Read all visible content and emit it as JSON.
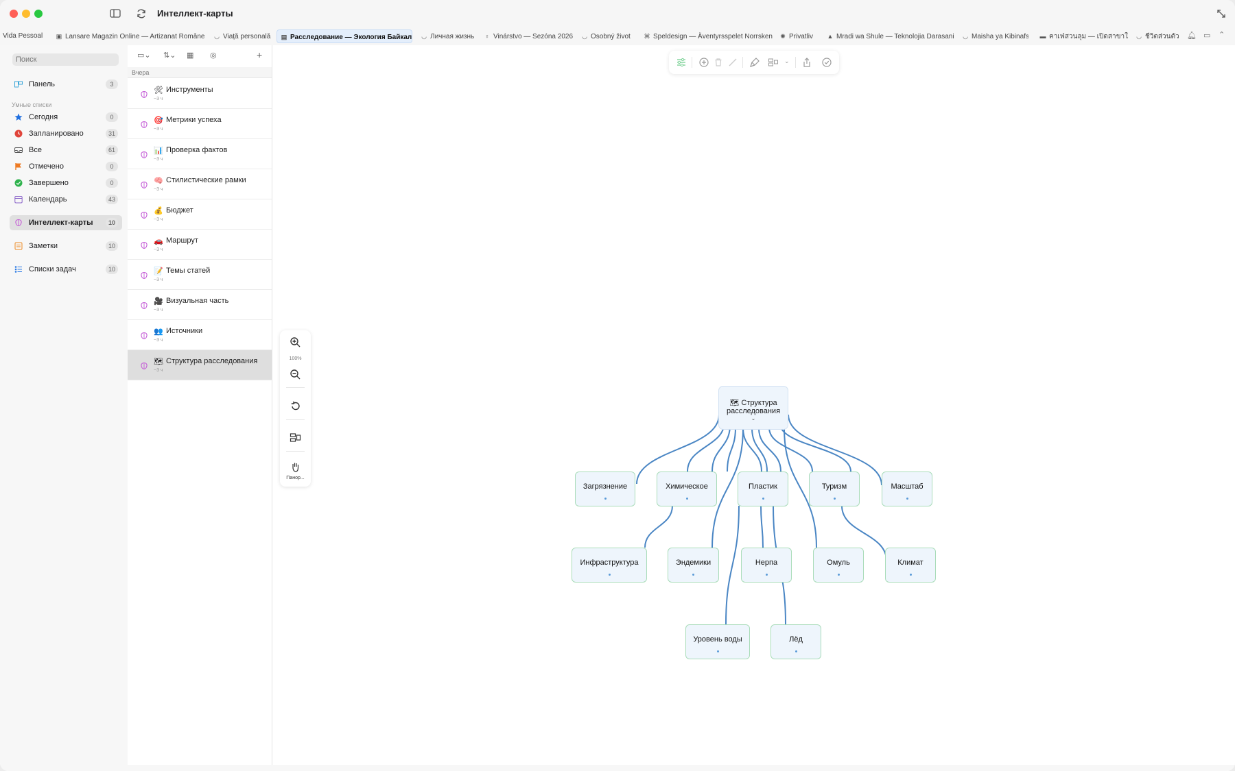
{
  "window": {
    "title": "Интеллект-карты"
  },
  "tabs": [
    {
      "label": "Vida Pessoal",
      "glyph": ""
    },
    {
      "label": "Lansare Magazin Online — Artizanat Românesc",
      "glyph": "▣"
    },
    {
      "label": "Viață personală",
      "glyph": "◡"
    },
    {
      "label": "Расследование — Экология Байкала",
      "glyph": "▤"
    },
    {
      "label": "Личная жизнь",
      "glyph": "◡"
    },
    {
      "label": "Vinárstvo — Sezóna 2026",
      "glyph": "♀"
    },
    {
      "label": "Osobný život",
      "glyph": "◡"
    },
    {
      "label": "Speldesign — Äventyrsspelet Norrsken",
      "glyph": "⌘"
    },
    {
      "label": "Privatliv",
      "glyph": "✺"
    },
    {
      "label": "Mradi wa Shule — Teknolojia Darasani",
      "glyph": "▲"
    },
    {
      "label": "Maisha ya Kibinafsi",
      "glyph": "◡"
    },
    {
      "label": "คาเฟ่สวนลุม — เปิดสาขาใหม่",
      "glyph": "▬"
    },
    {
      "label": "ชีวิตส่วนตัว",
      "glyph": "◡"
    }
  ],
  "sidebar": {
    "search_placeholder": "Поиск",
    "smart_lists_label": "Умные списки",
    "items": [
      {
        "label": "Панель",
        "count": "3",
        "color": "#3aa6d8"
      },
      {
        "label": "Сегодня",
        "count": "0",
        "color": "#1f6fe0"
      },
      {
        "label": "Запланировано",
        "count": "31",
        "color": "#e0443a"
      },
      {
        "label": "Все",
        "count": "61",
        "color": "#555555"
      },
      {
        "label": "Отмечено",
        "count": "0",
        "color": "#ee7a22"
      },
      {
        "label": "Завершено",
        "count": "0",
        "color": "#2fb24d"
      },
      {
        "label": "Календарь",
        "count": "43",
        "color": "#8a63c9"
      },
      {
        "label": "Интеллект-карты",
        "count": "10",
        "color": "#c45bd6"
      },
      {
        "label": "Заметки",
        "count": "10",
        "color": "#ee8a22"
      },
      {
        "label": "Списки задач",
        "count": "10",
        "color": "#2c7be5"
      }
    ]
  },
  "list": {
    "group_label": "Вчера",
    "rows": [
      {
        "emoji": "🛠",
        "title": "Инструменты",
        "sub": "~3 ч"
      },
      {
        "emoji": "🎯",
        "title": "Метрики успеха",
        "sub": "~3 ч"
      },
      {
        "emoji": "📊",
        "title": "Проверка фактов",
        "sub": "~3 ч"
      },
      {
        "emoji": "🧠",
        "title": "Стилистические рамки",
        "sub": "~3 ч"
      },
      {
        "emoji": "💰",
        "title": "Бюджет",
        "sub": "~3 ч"
      },
      {
        "emoji": "🚗",
        "title": "Маршрут",
        "sub": "~3 ч"
      },
      {
        "emoji": "📝",
        "title": "Темы статей",
        "sub": "~3 ч"
      },
      {
        "emoji": "🎥",
        "title": "Визуальная часть",
        "sub": "~3 ч"
      },
      {
        "emoji": "👥",
        "title": "Источники",
        "sub": "~3 ч"
      },
      {
        "emoji": "🗺",
        "title": "Структура расследования",
        "sub": "~3 ч"
      }
    ]
  },
  "zoom": {
    "level": "100%",
    "pan_label": "Панор..."
  },
  "mindmap": {
    "root_line1": "🗺 Структура",
    "root_line2": "расследования",
    "nodes": [
      "Загрязнение",
      "Химическое",
      "Пластик",
      "Туризм",
      "Масштаб",
      "Инфраструктура",
      "Эндемики",
      "Нерпа",
      "Омуль",
      "Климат",
      "Уровень воды",
      "Лёд"
    ]
  },
  "colors": {
    "accent": "#1f6fe0",
    "edge": "#4a86c4",
    "node_border": "#a9dcb9",
    "node_fill": "#eef5fc"
  }
}
